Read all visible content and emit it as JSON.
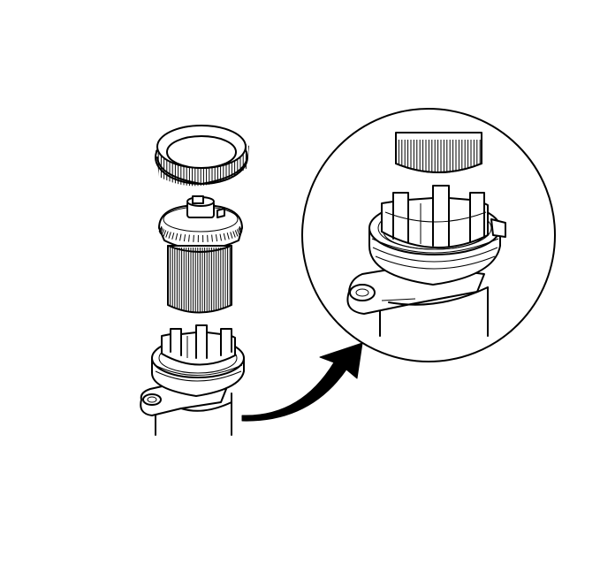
{
  "diagram": {
    "parts": [
      {
        "id": "retaining-ring",
        "name": "retaining-ring"
      },
      {
        "id": "fuel-filter-element",
        "name": "fuel-filter-element"
      },
      {
        "id": "filter-housing",
        "name": "filter-housing"
      }
    ],
    "callout": {
      "shape": "circle",
      "shows": "filter-housing-detail"
    },
    "colors": {
      "ink": "#000000",
      "paper": "#ffffff"
    }
  }
}
